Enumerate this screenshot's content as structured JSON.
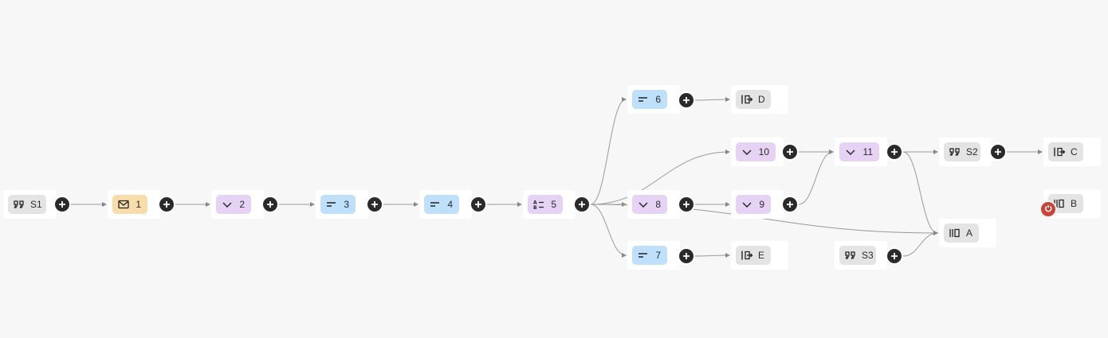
{
  "nodes": {
    "s1": {
      "label": "S1",
      "icon": "quote-icon"
    },
    "n1": {
      "label": "1",
      "icon": "mail-icon"
    },
    "n2": {
      "label": "2",
      "icon": "chevron-down-icon"
    },
    "n3": {
      "label": "3",
      "icon": "short-text-icon"
    },
    "n4": {
      "label": "4",
      "icon": "short-text-icon"
    },
    "n5": {
      "label": "5",
      "icon": "multiple-choice-icon"
    },
    "n6": {
      "label": "6",
      "icon": "short-text-icon"
    },
    "n7": {
      "label": "7",
      "icon": "short-text-icon"
    },
    "n8": {
      "label": "8",
      "icon": "chevron-down-icon"
    },
    "n9": {
      "label": "9",
      "icon": "chevron-down-icon"
    },
    "n10": {
      "label": "10",
      "icon": "chevron-down-icon"
    },
    "n11": {
      "label": "11",
      "icon": "chevron-down-icon"
    },
    "s2": {
      "label": "S2",
      "icon": "quote-icon"
    },
    "s3": {
      "label": "S3",
      "icon": "quote-icon"
    },
    "a": {
      "label": "A",
      "icon": "ending-icon"
    },
    "b": {
      "label": "B",
      "icon": "ending-icon"
    },
    "c": {
      "label": "C",
      "icon": "redirect-icon"
    },
    "d": {
      "label": "D",
      "icon": "redirect-icon"
    },
    "e": {
      "label": "E",
      "icon": "redirect-icon"
    }
  },
  "edges": [
    [
      "s1",
      "n1"
    ],
    [
      "n1",
      "n2"
    ],
    [
      "n2",
      "n3"
    ],
    [
      "n3",
      "n4"
    ],
    [
      "n4",
      "n5"
    ],
    [
      "n5",
      "n6"
    ],
    [
      "n5",
      "n10"
    ],
    [
      "n5",
      "n8"
    ],
    [
      "n5",
      "a"
    ],
    [
      "n5",
      "n7"
    ],
    [
      "n6",
      "d"
    ],
    [
      "n7",
      "e"
    ],
    [
      "n8",
      "n9"
    ],
    [
      "n9",
      "n11"
    ],
    [
      "n10",
      "n11"
    ],
    [
      "n11",
      "s2"
    ],
    [
      "n11",
      "a"
    ],
    [
      "s2",
      "c"
    ],
    [
      "s3",
      "a"
    ]
  ],
  "colors": {
    "gray": "#e4e4e4",
    "yellow": "#f8ddaa",
    "purple": "#e6d2f5",
    "blue": "#bfe0fa",
    "plus": "#2a2a2a",
    "error": "#c8443a"
  }
}
